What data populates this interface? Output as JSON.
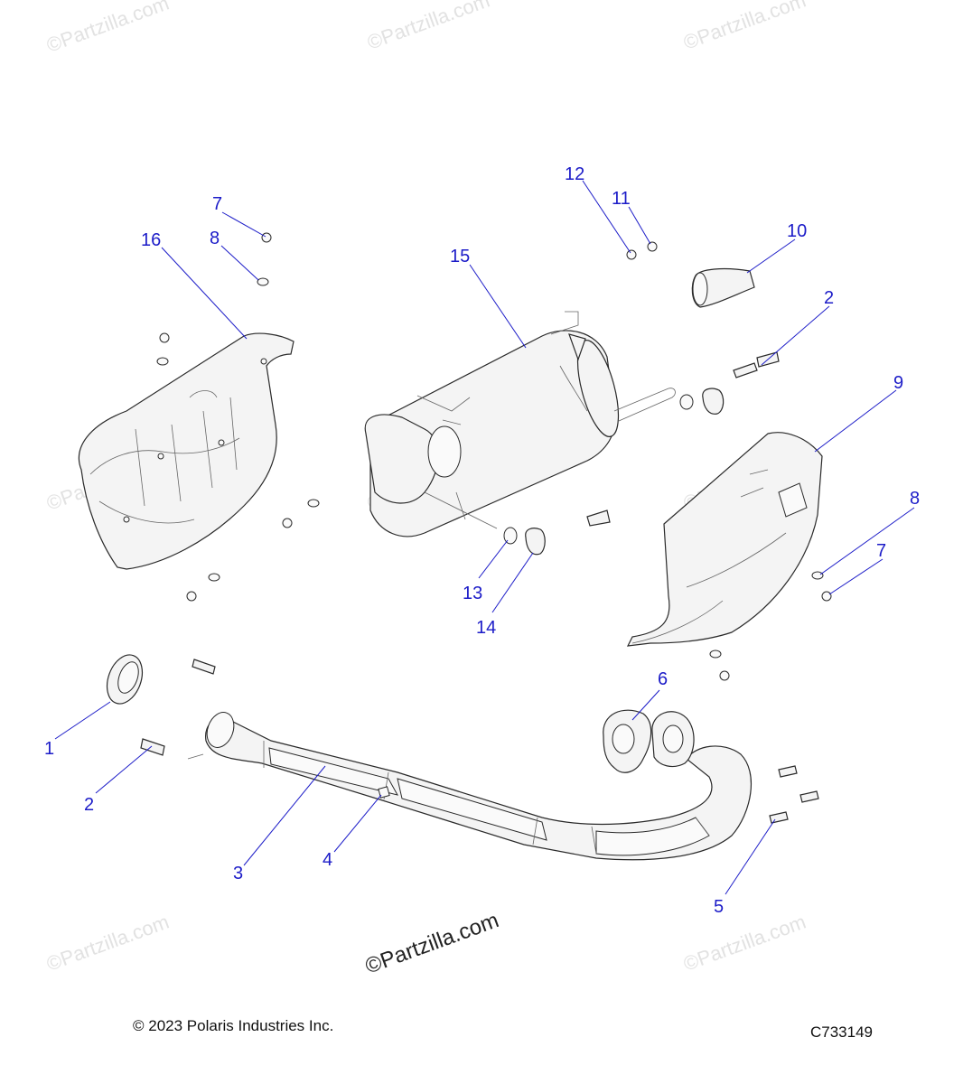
{
  "diagram": {
    "watermark": "©Partzilla.com",
    "watermark_main": "©Partzilla.com",
    "callouts": [
      {
        "id": "c1",
        "label": "1"
      },
      {
        "id": "c2a",
        "label": "2"
      },
      {
        "id": "c2b",
        "label": "2"
      },
      {
        "id": "c3",
        "label": "3"
      },
      {
        "id": "c4",
        "label": "4"
      },
      {
        "id": "c5",
        "label": "5"
      },
      {
        "id": "c6",
        "label": "6"
      },
      {
        "id": "c7a",
        "label": "7"
      },
      {
        "id": "c7b",
        "label": "7"
      },
      {
        "id": "c8a",
        "label": "8"
      },
      {
        "id": "c8b",
        "label": "8"
      },
      {
        "id": "c9",
        "label": "9"
      },
      {
        "id": "c10",
        "label": "10"
      },
      {
        "id": "c11",
        "label": "11"
      },
      {
        "id": "c12",
        "label": "12"
      },
      {
        "id": "c13",
        "label": "13"
      },
      {
        "id": "c14",
        "label": "14"
      },
      {
        "id": "c15",
        "label": "15"
      },
      {
        "id": "c16",
        "label": "16"
      }
    ]
  },
  "footer": {
    "copyright": "© 2023 Polaris Industries Inc.",
    "code": "C733149"
  }
}
